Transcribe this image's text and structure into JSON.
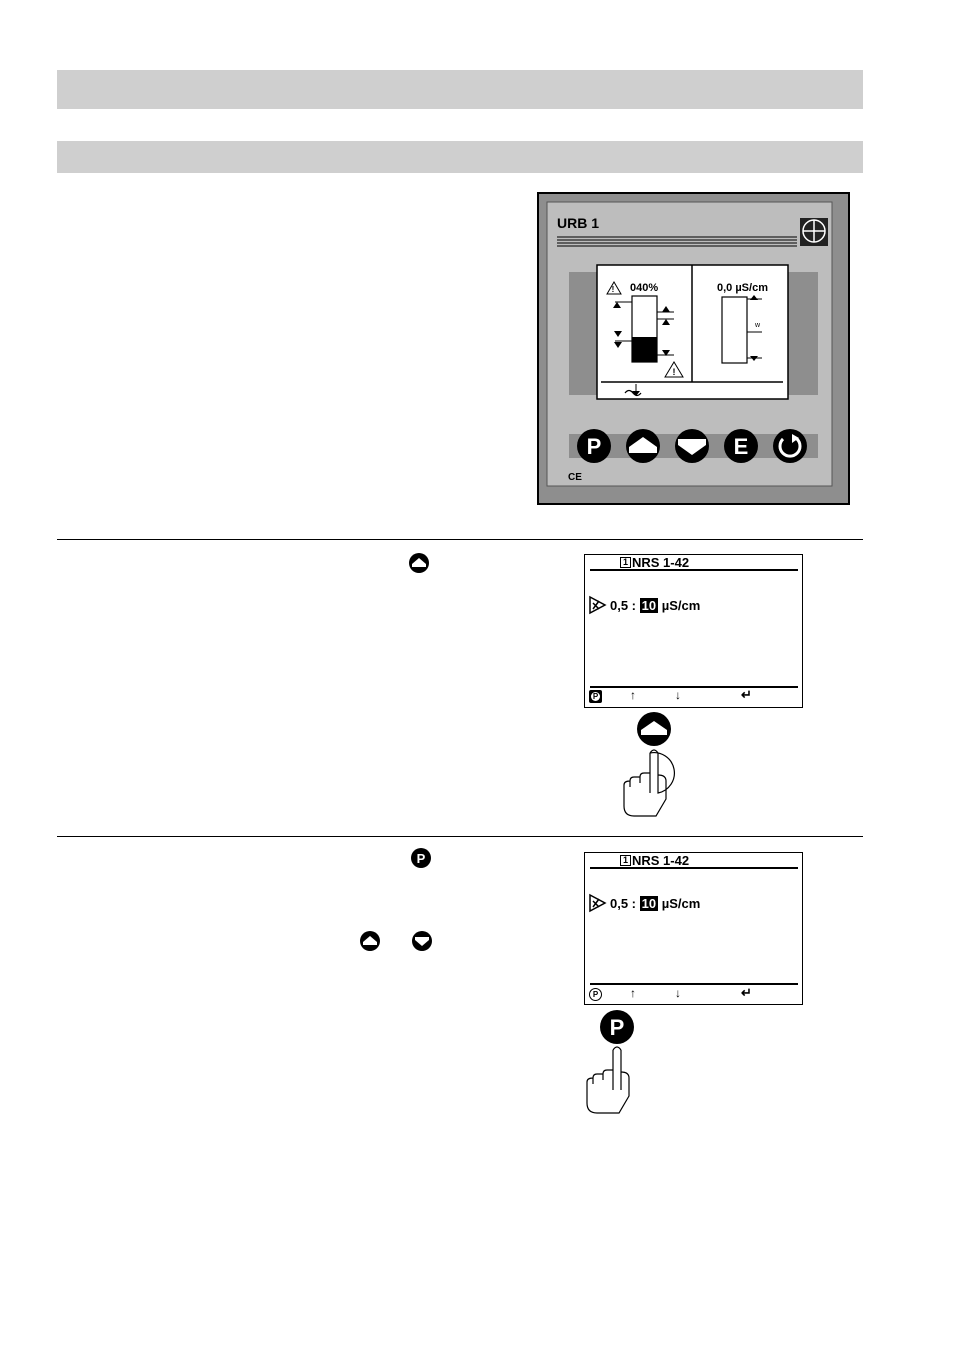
{
  "device": {
    "model": "URB 1",
    "left_display": {
      "level_percent": "040%"
    },
    "right_display": {
      "conductivity": "0,0 µS/cm",
      "setpoint_marker": "w"
    },
    "buttons": [
      "P",
      "up",
      "down",
      "E",
      "reset"
    ],
    "ce_mark": "CE"
  },
  "screen1": {
    "channel": "1",
    "title": "NRS 1-42",
    "value_prefix": "0,5 :",
    "value_edit": "10",
    "unit": "µS/cm",
    "softkeys": [
      "P",
      "↑",
      "↓",
      "↵"
    ]
  },
  "screen2": {
    "channel": "1",
    "title": "NRS 1-42",
    "value_prefix": "0,5 :",
    "value_edit": "10",
    "unit": "µS/cm",
    "softkeys": [
      "P",
      "↑",
      "↓",
      "↵"
    ]
  },
  "colors": {
    "header_bar": "#cfcfcf",
    "device_frame": "#8a8a8a",
    "device_face": "#bdbdbd",
    "accent_dark": "#000000"
  }
}
